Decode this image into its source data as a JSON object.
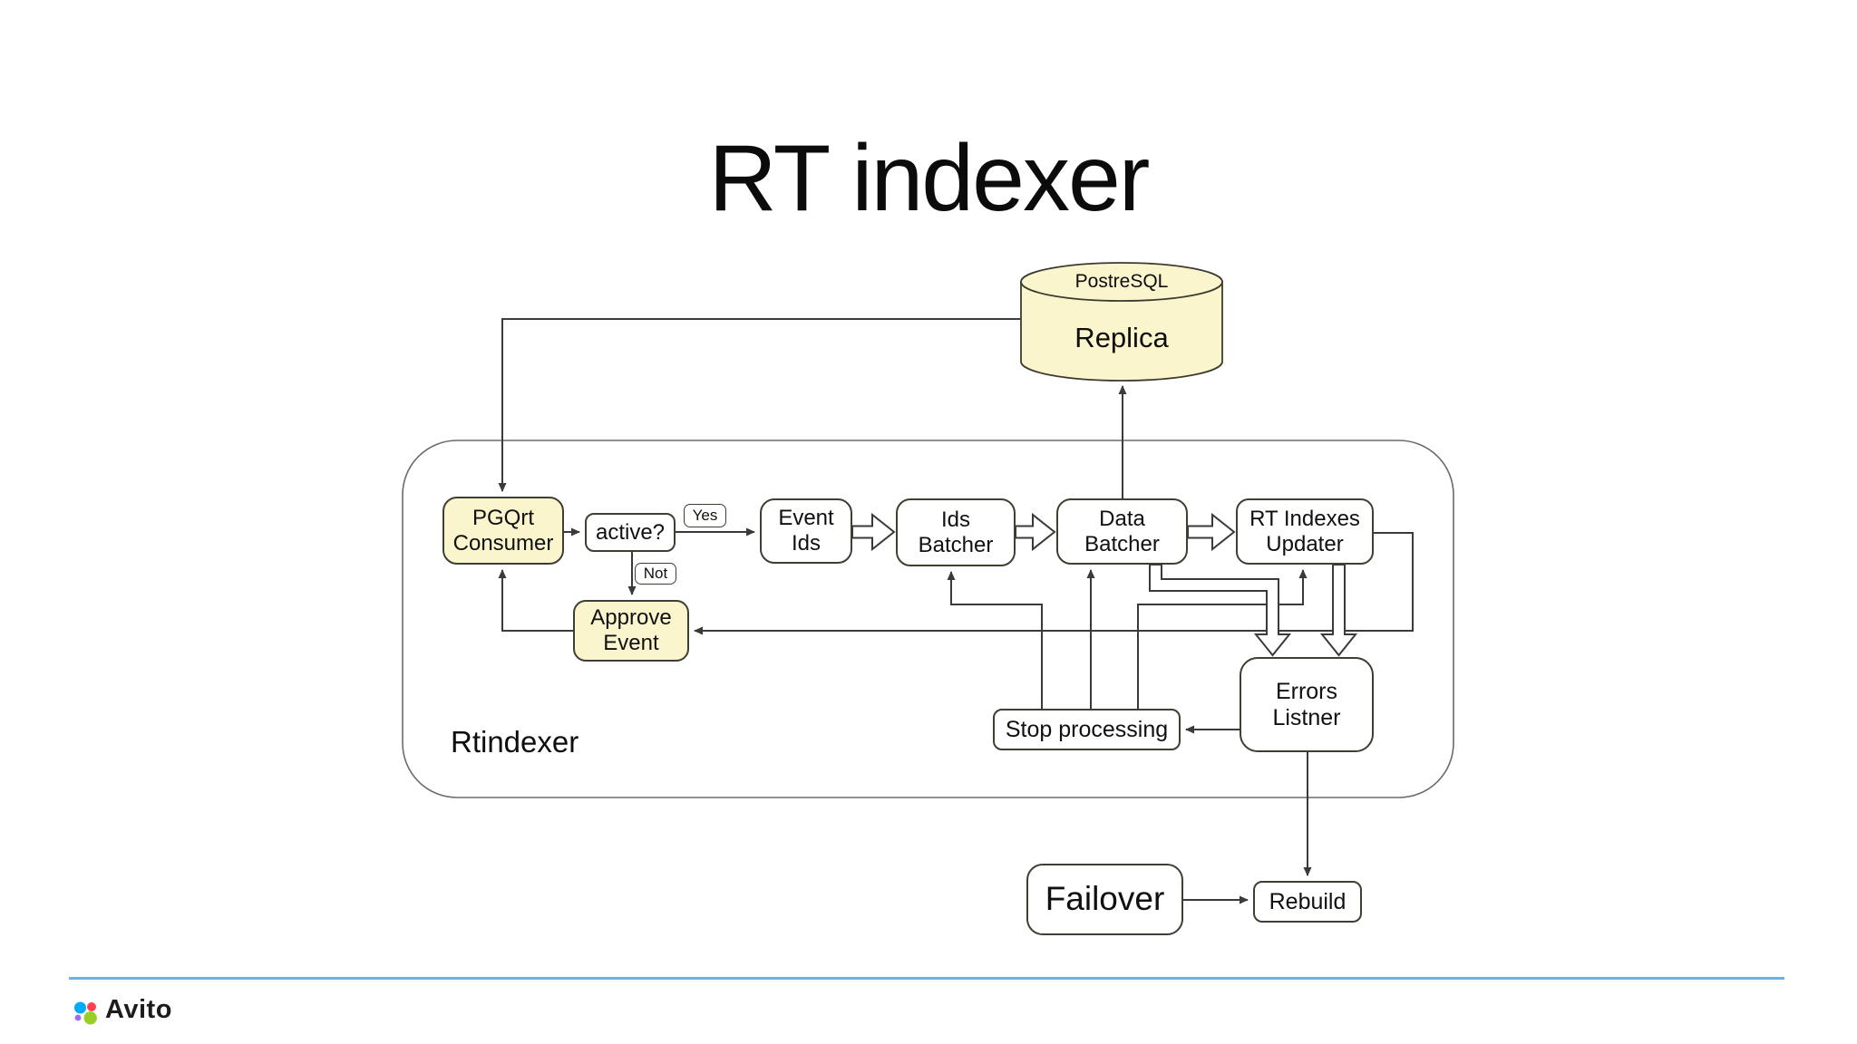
{
  "title": "RT indexer",
  "diagram": {
    "container_label": "Rtindexer",
    "database": {
      "name": "PostreSQL",
      "label": "Replica"
    },
    "nodes": {
      "pgqrt_consumer": "PGQrt\nConsumer",
      "active": "active?",
      "yes_label": "Yes",
      "not_label": "Not",
      "event_ids": "Event\nIds",
      "ids_batcher": "Ids\nBatcher",
      "data_batcher": "Data\nBatcher",
      "rt_indexes_updater": "RT Indexes\nUpdater",
      "approve_event": "Approve\nEvent",
      "stop_processing": "Stop processing",
      "errors_listner": "Errors\nListner",
      "failover": "Failover",
      "rebuild": "Rebuild"
    },
    "edges": [
      {
        "from": "Replica",
        "to": "PGQrt Consumer",
        "style": "thin"
      },
      {
        "from": "PGQrt Consumer",
        "to": "active?",
        "style": "thin"
      },
      {
        "from": "active?",
        "to": "Event Ids",
        "label": "Yes",
        "style": "thin"
      },
      {
        "from": "active?",
        "to": "Approve Event",
        "label": "Not",
        "style": "thin"
      },
      {
        "from": "Approve Event",
        "to": "PGQrt Consumer",
        "style": "thin"
      },
      {
        "from": "Event Ids",
        "to": "Ids Batcher",
        "style": "hollow"
      },
      {
        "from": "Ids Batcher",
        "to": "Data Batcher",
        "style": "hollow"
      },
      {
        "from": "Data Batcher",
        "to": "RT Indexes Updater",
        "style": "hollow"
      },
      {
        "from": "Data Batcher",
        "to": "Replica",
        "style": "thin"
      },
      {
        "from": "Data Batcher",
        "to": "Errors Listner",
        "style": "hollow"
      },
      {
        "from": "RT Indexes Updater",
        "to": "Errors Listner",
        "style": "hollow"
      },
      {
        "from": "RT Indexes Updater",
        "to": "Approve Event",
        "style": "thin"
      },
      {
        "from": "Errors Listner",
        "to": "Stop processing",
        "style": "thin"
      },
      {
        "from": "Stop processing",
        "to": "Ids Batcher",
        "style": "thin"
      },
      {
        "from": "Stop processing",
        "to": "Data Batcher",
        "style": "thin"
      },
      {
        "from": "Stop processing",
        "to": "RT Indexes Updater",
        "style": "thin"
      },
      {
        "from": "Errors Listner",
        "to": "Rebuild",
        "style": "thin"
      },
      {
        "from": "Failover",
        "to": "Rebuild",
        "style": "thin"
      }
    ]
  },
  "colors": {
    "highlight": "#FBF5CD",
    "box_stroke": "#3E3E35",
    "divider": "#6FB0DC",
    "logo_blue": "#00AAFF",
    "logo_red": "#FF4053",
    "logo_purple": "#A169F7",
    "logo_green": "#97CF26"
  },
  "footer": {
    "brand": "Avito"
  }
}
